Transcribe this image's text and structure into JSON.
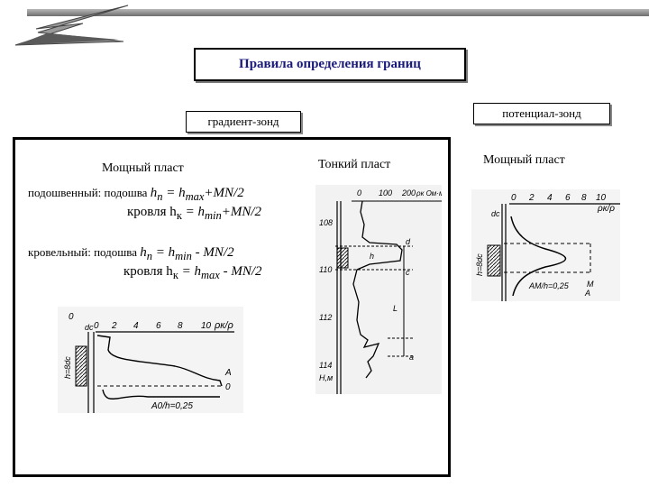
{
  "header": {
    "title": "Правила определения границ"
  },
  "labels": {
    "gradient": "градиент-зонд",
    "potential": "потенциал-зонд"
  },
  "sections": {
    "thick_left": "Мощный пласт",
    "thin": "Тонкий пласт",
    "thick_right": "Мощный пласт"
  },
  "rules": {
    "bottom_prefix": "подошвенный:  подошва ",
    "bottom_eq1": "h",
    "bottom_eq1_sub": "п",
    "bottom_eq1_mid": " = h",
    "bottom_eq1_sub2": "max",
    "bottom_eq1_tail": "+MN/2",
    "bottom_roof": "кровля   h",
    "bottom_roof_sub": "к",
    "bottom_roof_mid": " = h",
    "bottom_roof_sub2": "min",
    "bottom_roof_tail": "+MN/2",
    "top_prefix": "кровельный:  подошва ",
    "top_eq1": "h",
    "top_eq1_sub": "п",
    "top_eq1_mid": " = h",
    "top_eq1_sub2": "min",
    "top_eq1_tail": " - MN/2",
    "top_roof": "кровля h",
    "top_roof_sub": "к",
    "top_roof_mid": " = h",
    "top_roof_sub2": "max",
    "top_roof_tail": " - MN/2"
  },
  "figure_gradient": {
    "axis_ticks": [
      "0",
      "2",
      "4",
      "6",
      "8",
      "10"
    ],
    "axis_unit": "ρк/ρ",
    "zero_label": "0",
    "dc_label": "dc",
    "h_label": "h=8dc",
    "legend": "A0/h=0,25",
    "point_a": "A",
    "point_o": "0"
  },
  "figure_thin": {
    "axis_ticks": [
      "0",
      "100",
      "200"
    ],
    "axis_unit": "ρк Ом·м",
    "depths": [
      "108",
      "110",
      "112",
      "114"
    ],
    "depth_unit": "H,м",
    "mark_d": "d",
    "mark_c": "c",
    "mark_h": "h",
    "mark_l": "L",
    "mark_a": "a"
  },
  "figure_potential": {
    "axis_ticks": [
      "0",
      "2",
      "4",
      "6",
      "8",
      "10"
    ],
    "axis_unit": "ρк/ρ",
    "dc_label": "dc",
    "h_label": "h=8dc",
    "legend": "AM/h=0,25",
    "point_m": "M",
    "point_a": "A"
  }
}
